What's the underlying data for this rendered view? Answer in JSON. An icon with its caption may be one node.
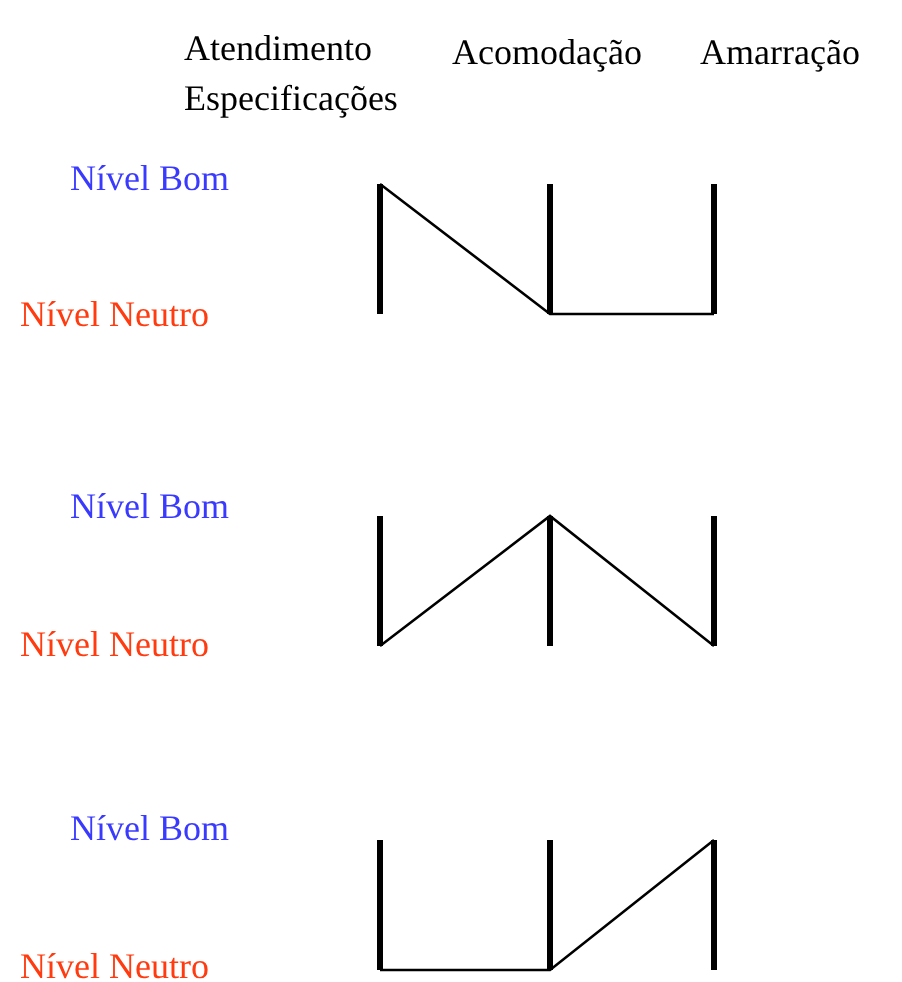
{
  "diagram": {
    "labels": [
      "Atendimento Especificações",
      "Acomodação",
      "Amarração",
      "Nível Bom",
      "Nível Neutro",
      "Nível Bom",
      "Nível Neutro",
      "Nível Bom",
      "Nível Neutro"
    ]
  }
}
